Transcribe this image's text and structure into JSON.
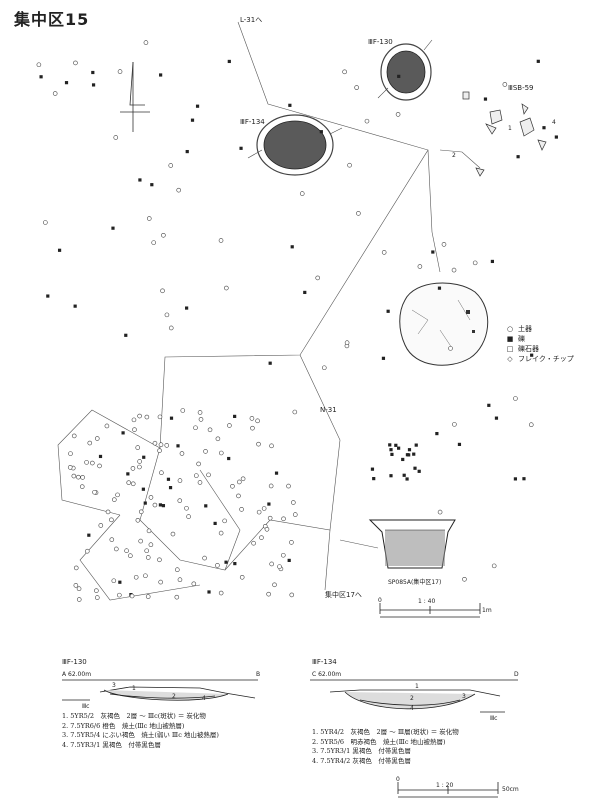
{
  "title": "集中区15",
  "labels": {
    "l31": "L-31へ",
    "n31": "N-31",
    "sb59": "ⅢSB-59",
    "f130": "ⅢF-130",
    "f134": "ⅢF-134",
    "to17": "集中区17へ",
    "pot": "SP085A(集中区17)",
    "p2": "2",
    "p4": "4",
    "p1": "1"
  },
  "legend": [
    {
      "symbol": "○",
      "label": "土器"
    },
    {
      "symbol": "■",
      "label": "礫"
    },
    {
      "symbol": "□",
      "label": "礫石器"
    },
    {
      "symbol": "◇",
      "label": "フレイク・チップ"
    }
  ],
  "scale_main": {
    "zero": "0",
    "mid": "1 : 40",
    "end": "1m"
  },
  "sections": [
    {
      "name": "ⅢF-130",
      "level": "A 62.00m",
      "end": "B",
      "layer": "Ⅲc",
      "numbers": [
        "3",
        "1",
        "2",
        "4"
      ],
      "notes": [
        "1. 5YR5/2　灰褐色　2層 ～ Ⅲc(斑状) ＝ 炭化物",
        "2. 7.5YR6/6 橙色　焼土(Ⅲc 地山被熱層)",
        "3. 7.5YR5/4 にぶい褐色　焼土(弱い Ⅲc 地山被熱層)",
        "4. 7.5YR3/1 黒褐色　付帯黒色層"
      ]
    },
    {
      "name": "ⅢF-134",
      "level": "C 62.00m",
      "end": "D",
      "layer": "Ⅲc",
      "numbers": [
        "1",
        "2",
        "4",
        "3"
      ],
      "notes": [
        "1. 5YR4/2　灰褐色　2層 ～ Ⅲ層(斑状) ＝ 炭化物",
        "2. 5YR5/6　明赤褐色　焼土(Ⅲc 地山被熱層)",
        "3. 7.5YR3/1 黒褐色　付帯黒色層",
        "4. 7.5YR4/2 灰褐色　付帯黒色層"
      ]
    }
  ],
  "scale_section": {
    "zero": "0",
    "mid": "1 : 20",
    "end": "50cm"
  }
}
